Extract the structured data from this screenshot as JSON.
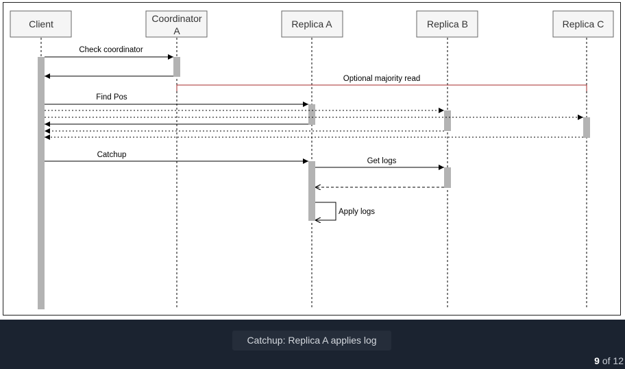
{
  "diagram": {
    "actors": [
      {
        "id": "client",
        "label_lines": [
          "Client"
        ]
      },
      {
        "id": "coordinator",
        "label_lines": [
          "Coordinator",
          "A"
        ]
      },
      {
        "id": "replica-a",
        "label_lines": [
          "Replica A"
        ]
      },
      {
        "id": "replica-b",
        "label_lines": [
          "Replica B"
        ]
      },
      {
        "id": "replica-c",
        "label_lines": [
          "Replica C"
        ]
      }
    ],
    "messages": {
      "check_coordinator": "Check coordinator",
      "optional_majority_read": "Optional majority read",
      "find_pos": "Find Pos",
      "catchup": "Catchup",
      "get_logs": "Get logs",
      "apply_logs": "Apply logs"
    },
    "colors": {
      "actor_fill": "#f5f5f5",
      "actor_stroke": "#666666",
      "activation": "#b3b3b3",
      "majority_read_line": "#a52a2a"
    }
  },
  "caption": "Catchup: Replica A applies log",
  "pagination": {
    "current": "9",
    "separator": "of",
    "total": "12"
  }
}
